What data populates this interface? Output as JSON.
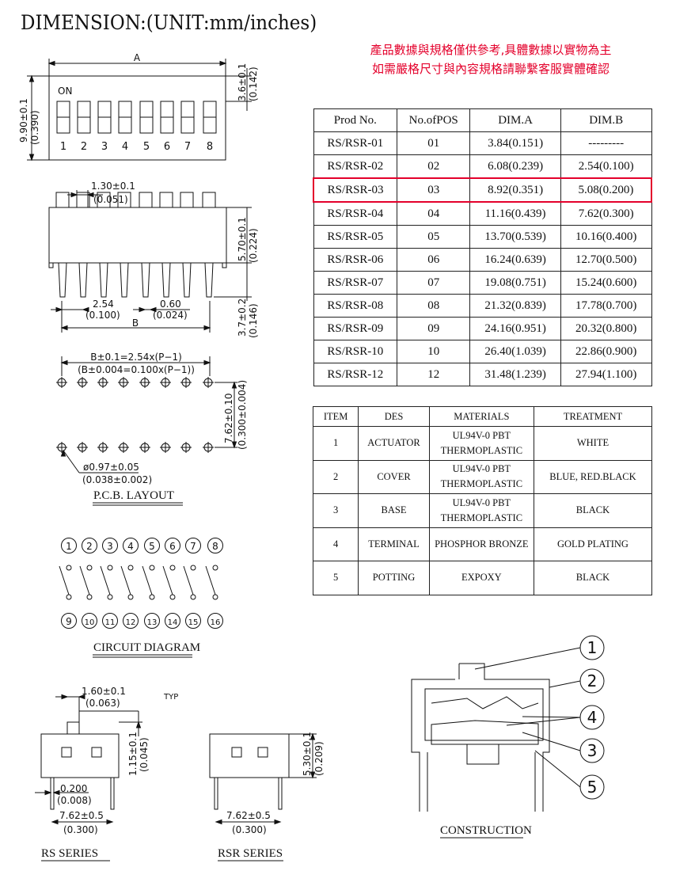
{
  "title": "DIMENSION:(UNIT:mm/inches)",
  "notice": [
    "產品數據與規格僅供參考,具體數據以實物為主",
    "如需嚴格尺寸與內容規格請聯繫客服實體確認"
  ],
  "colors": {
    "highlight": "#e4002b",
    "notice": "#e4002b"
  },
  "top_view": {
    "dim_a": "A",
    "on": "ON",
    "height": "9.90±0.1",
    "height_in": "(0.390)",
    "act": "3.6±0.1",
    "act_in": "(0.142)",
    "positions": [
      "1",
      "2",
      "3",
      "4",
      "5",
      "6",
      "7",
      "8"
    ]
  },
  "side_view": {
    "act_w": "1.30±0.1",
    "act_w_in": "(0.051)",
    "body_h": "5.70±0.1",
    "body_h_in": "(0.224)",
    "pin_h": "3.7±0.2",
    "pin_h_in": "(0.146)",
    "pitch": "2.54",
    "pitch_in": "(0.100)",
    "pin_w": "0.60",
    "pin_w_in": "(0.024)",
    "dim_b": "B"
  },
  "pcb": {
    "formula": "B±0.1=2.54x(P−1)",
    "formula_in": "(B±0.004=0.100x(P−1))",
    "row": "7.62±0.10",
    "row_in": "(0.300±0.004)",
    "hole": "ø0.97±0.05",
    "hole_in": "(0.038±0.002)",
    "label": "P.C.B.   LAYOUT"
  },
  "circuit": {
    "top": [
      "1",
      "2",
      "3",
      "4",
      "5",
      "6",
      "7",
      "8"
    ],
    "bottom": [
      "9",
      "10",
      "11",
      "12",
      "13",
      "14",
      "15",
      "16"
    ],
    "label": "CIRCUIT  DIAGRAM"
  },
  "rs": {
    "act": "1.60±0.1",
    "act_in": "(0.063)",
    "typ": "TYP",
    "h": "1.15±0.1",
    "h_in": "(0.045)",
    "pin": "0.200",
    "pin_in": "(0.008)",
    "row": "7.62±0.5",
    "row_in": "(0.300)",
    "label": "RS  SERIES"
  },
  "rsr": {
    "h": "5.30±0.1",
    "h_in": "(0.209)",
    "row": "7.62±0.5",
    "row_in": "(0.300)",
    "label": "RSR  SERIES"
  },
  "construction": {
    "label": "CONSTRUCTION",
    "callouts": [
      "1",
      "2",
      "4",
      "3",
      "5"
    ]
  },
  "dim_table": {
    "headers": [
      "Prod  No.",
      "No.ofPOS",
      "DIM.A",
      "DIM.B"
    ],
    "highlight_row": 2,
    "rows": [
      [
        "RS/RSR-01",
        "01",
        "3.84(0.151)",
        "---------"
      ],
      [
        "RS/RSR-02",
        "02",
        "6.08(0.239)",
        "2.54(0.100)"
      ],
      [
        "RS/RSR-03",
        "03",
        "8.92(0.351)",
        "5.08(0.200)"
      ],
      [
        "RS/RSR-04",
        "04",
        "11.16(0.439)",
        "7.62(0.300)"
      ],
      [
        "RS/RSR-05",
        "05",
        "13.70(0.539)",
        "10.16(0.400)"
      ],
      [
        "RS/RSR-06",
        "06",
        "16.24(0.639)",
        "12.70(0.500)"
      ],
      [
        "RS/RSR-07",
        "07",
        "19.08(0.751)",
        "15.24(0.600)"
      ],
      [
        "RS/RSR-08",
        "08",
        "21.32(0.839)",
        "17.78(0.700)"
      ],
      [
        "RS/RSR-09",
        "09",
        "24.16(0.951)",
        "20.32(0.800)"
      ],
      [
        "RS/RSR-10",
        "10",
        "26.40(1.039)",
        "22.86(0.900)"
      ],
      [
        "RS/RSR-12",
        "12",
        "31.48(1.239)",
        "27.94(1.100)"
      ]
    ]
  },
  "mat_table": {
    "headers": [
      "ITEM",
      "DES",
      "MATERIALS",
      "TREATMENT"
    ],
    "rows": [
      [
        "1",
        "ACTUATOR",
        "UL94V-0 PBT",
        "THERMOPLASTIC",
        "WHITE"
      ],
      [
        "2",
        "COVER",
        "UL94V-0 PBT",
        "THERMOPLASTIC",
        "BLUE,  RED.BLACK"
      ],
      [
        "3",
        "BASE",
        "UL94V-0 PBT",
        "THERMOPLASTIC",
        "BLACK"
      ],
      [
        "4",
        "TERMINAL",
        "PHOSPHOR  BRONZE",
        "",
        "GOLD  PLATING"
      ],
      [
        "5",
        "POTTING",
        "EXPOXY",
        "",
        "BLACK"
      ]
    ]
  }
}
